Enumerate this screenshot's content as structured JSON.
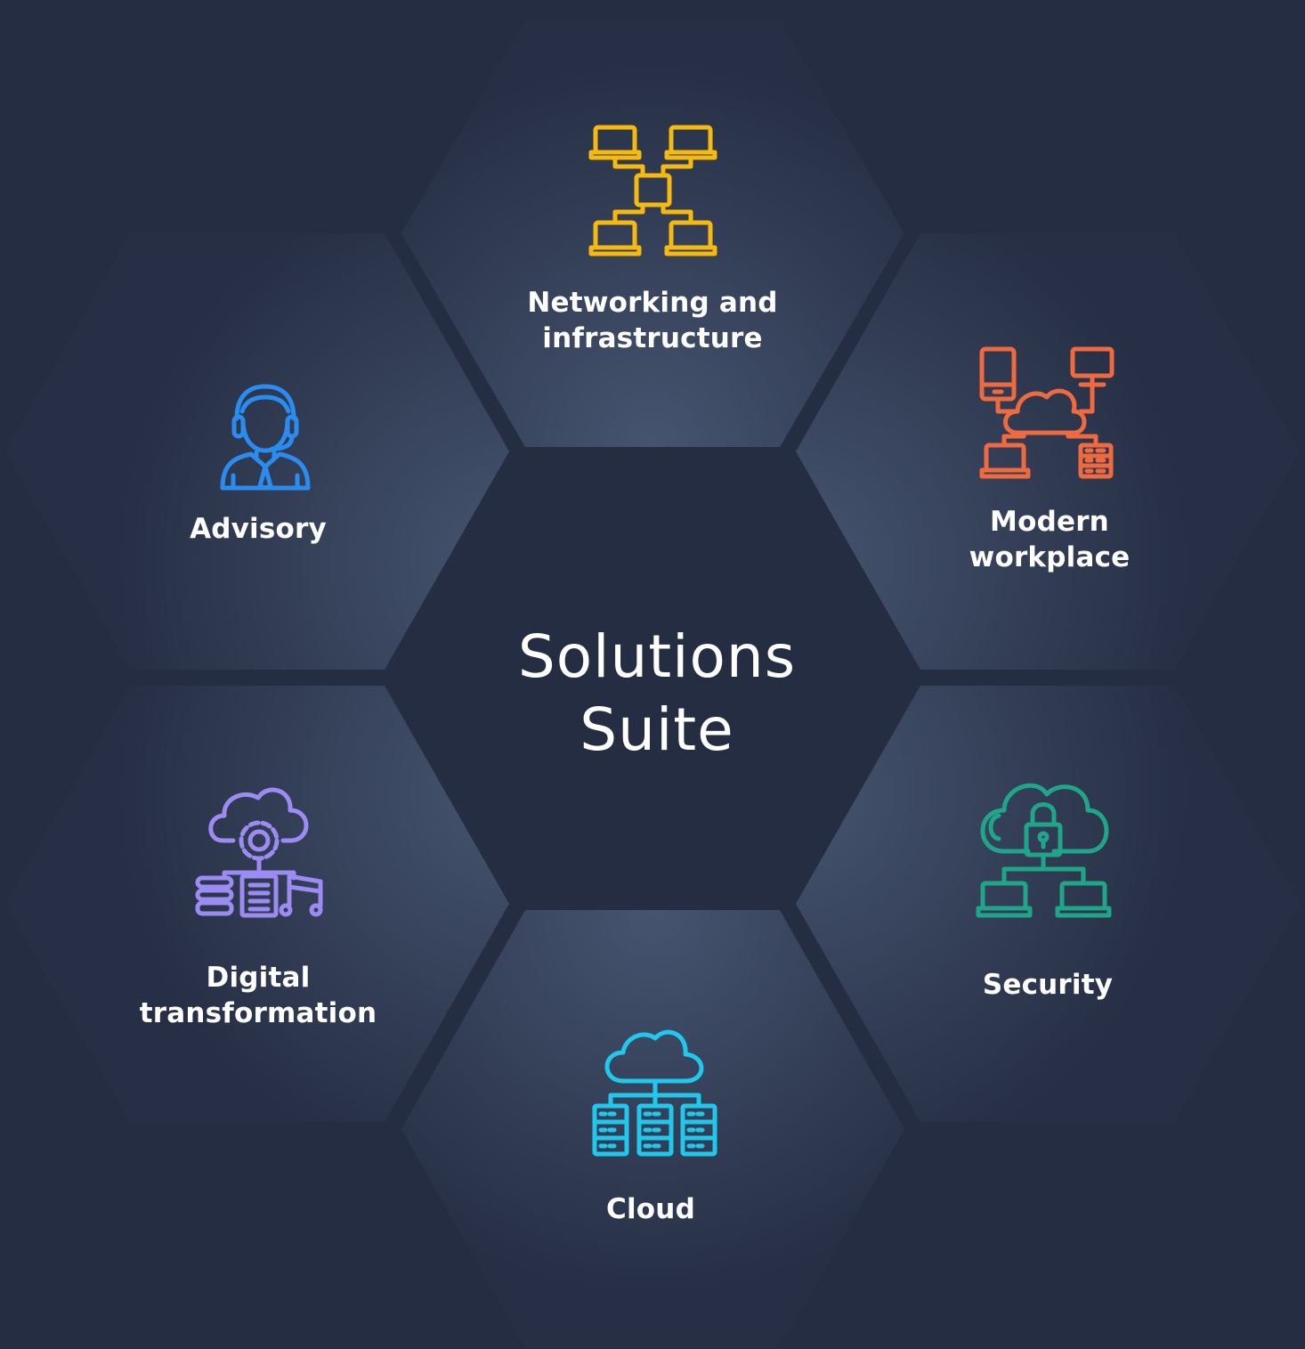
{
  "title": "Solutions\nSuite",
  "colors": {
    "background": "#242d42",
    "hex_outer": "#262f45",
    "hex_inner": "#46546f",
    "center": "#242d42"
  },
  "segments": [
    {
      "label": "Networking and\ninfrastructure",
      "icon": "network-icon",
      "color": "#f5b90f"
    },
    {
      "label": "Modern\nworkplace",
      "icon": "workplace-icon",
      "color": "#f06a3f"
    },
    {
      "label": "Security",
      "icon": "security-icon",
      "color": "#1fa58a"
    },
    {
      "label": "Cloud",
      "icon": "cloud-icon",
      "color": "#1fc8ec"
    },
    {
      "label": "Digital\ntransformation",
      "icon": "digital-transformation-icon",
      "color": "#9b8bf2"
    },
    {
      "label": "Advisory",
      "icon": "advisory-icon",
      "color": "#2b8cf0"
    }
  ]
}
